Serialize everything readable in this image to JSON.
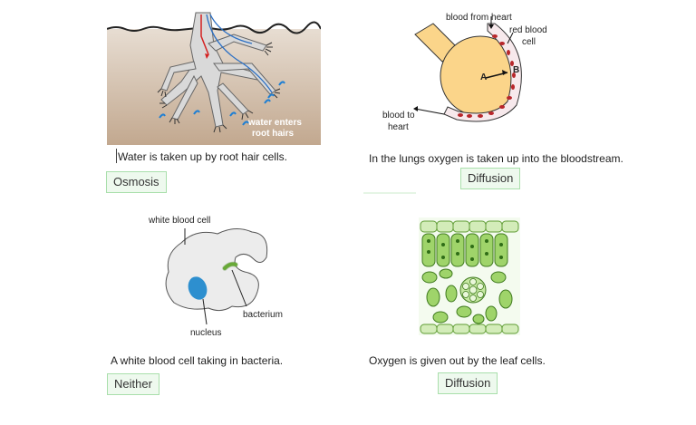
{
  "cards": [
    {
      "id": "root",
      "caption": "Water is taken up by root hair cells.",
      "answer": "Osmosis",
      "labels": {
        "water_enters": "water enters",
        "root_hairs": "root hairs"
      }
    },
    {
      "id": "lungs",
      "caption": "In the lungs oxygen is taken up into the bloodstream.",
      "answer": "Diffusion",
      "labels": {
        "blood_from_heart": "blood from heart",
        "red_blood": "red blood",
        "cell": "cell",
        "blood_to": "blood to",
        "heart": "heart",
        "a": "A",
        "b": "B"
      }
    },
    {
      "id": "wbc",
      "caption": "A white blood cell taking in bacteria.",
      "answer": "Neither",
      "labels": {
        "white_blood_cell": "white blood cell",
        "bacterium": "bacterium",
        "nucleus": "nucleus"
      }
    },
    {
      "id": "leaf",
      "caption": "Oxygen is given out by the leaf cells.",
      "answer": "Diffusion"
    }
  ],
  "colors": {
    "soil": "#c9b59f",
    "root_fill": "#dcdcdc",
    "alveolus": "#fbd58a",
    "red_cell": "#b8262a",
    "nucleus": "#2d8fcf",
    "leaf_green": "#7cc24a",
    "answer_bg": "#eef9ee",
    "answer_border": "#a9dfab"
  }
}
